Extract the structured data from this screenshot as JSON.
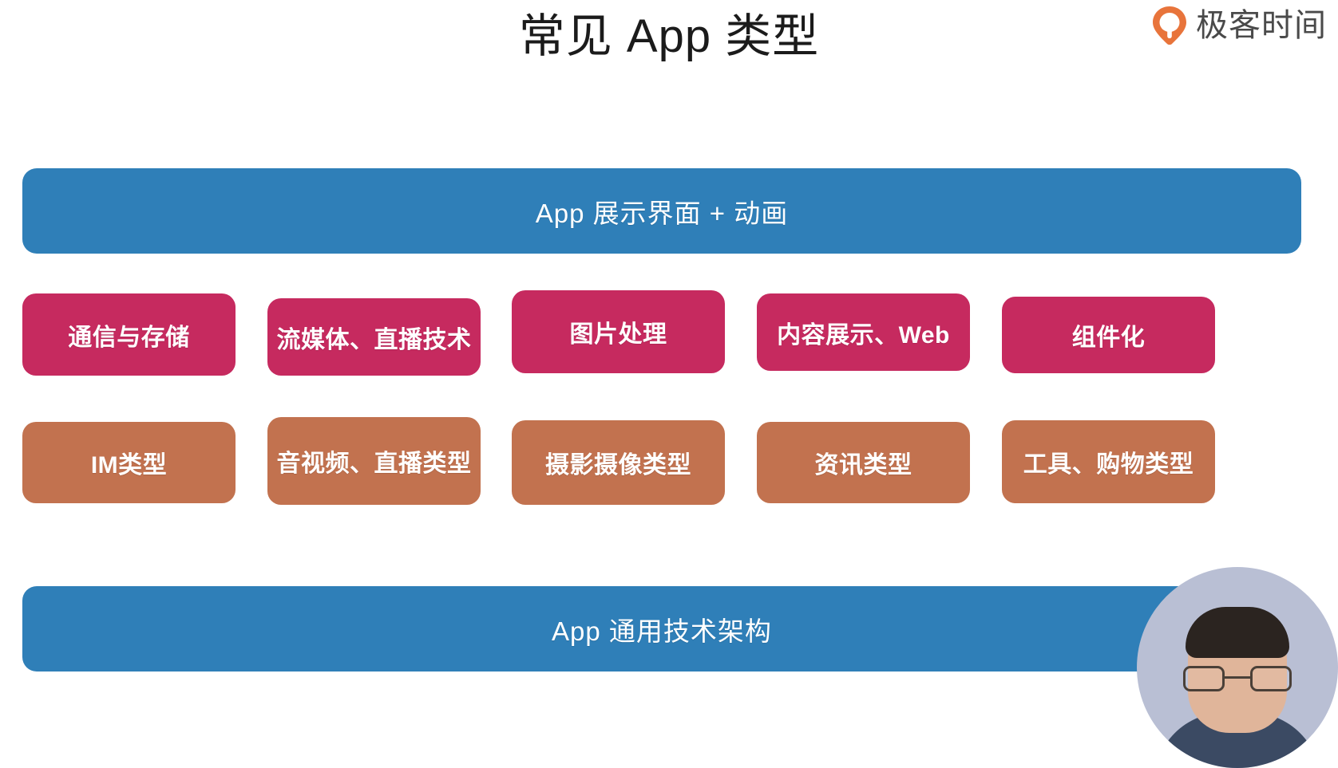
{
  "slide": {
    "title": "常见 App 类型"
  },
  "brand": {
    "name": "极客时间",
    "logo_icon": "geektime-pin-icon",
    "logo_color": "#E8743B",
    "text_color": "#4A4A4A"
  },
  "colors": {
    "band_blue": "#2F7FB8",
    "cell_pink": "#C62A5F",
    "cell_orange": "#C2724F",
    "text_white": "#FFFFFF",
    "background": "#FFFFFF"
  },
  "chart_data": {
    "type": "diagram",
    "title": "常见 App 类型",
    "layers": [
      {
        "id": "presentation-layer",
        "label": "App 展示界面 + 动画",
        "color": "#2F7FB8",
        "span": "full"
      },
      {
        "id": "technology-layer",
        "color": "#C62A5F",
        "cells": [
          "通信与存储",
          "流媒体、直播技术",
          "图片处理",
          "内容展示、Web",
          "组件化"
        ]
      },
      {
        "id": "app-category-layer",
        "color": "#C2724F",
        "cells": [
          "IM类型",
          "音视频、直播类型",
          "摄影摄像类型",
          "资讯类型",
          "工具、购物类型"
        ]
      },
      {
        "id": "architecture-layer",
        "label": "App 通用技术架构",
        "color": "#2F7FB8",
        "span": "full"
      }
    ]
  },
  "top_band": {
    "label": "App 展示界面 + 动画"
  },
  "bottom_band": {
    "label": "App 通用技术架构"
  },
  "tech_row": {
    "cells": [
      {
        "label": "通信与存储"
      },
      {
        "label": "流媒体、直播技术"
      },
      {
        "label": "图片处理"
      },
      {
        "label": "内容展示、Web"
      },
      {
        "label": "组件化"
      }
    ]
  },
  "category_row": {
    "cells": [
      {
        "label": "IM类型"
      },
      {
        "label": "音视频、直播类型"
      },
      {
        "label": "摄影摄像类型"
      },
      {
        "label": "资讯类型"
      },
      {
        "label": "工具、购物类型"
      }
    ]
  },
  "presenter": {
    "avatar_icon": "presenter-webcam-avatar"
  }
}
